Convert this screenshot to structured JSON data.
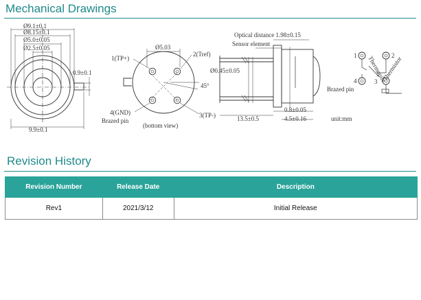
{
  "sections": {
    "drawings_title": "Mechanical Drawings",
    "revision_title": "Revision History"
  },
  "drawing": {
    "front": {
      "d1": "Ø9.1±0.1",
      "d2": "Ø8.15±0.1",
      "d3": "Ø5.0±0.05",
      "d4": "Ø2.5±0.05",
      "tab": "0.9±0.1",
      "width": "9.9±0.1"
    },
    "bottom": {
      "pcd": "Ø5.03",
      "pin1": "1(TP+)",
      "pin2": "2(Tref)",
      "pin3": "3(TP-)",
      "pin4": "4(GND)",
      "brazed": "Brazed pin",
      "angle": "45°",
      "view": "(bottom view)"
    },
    "side": {
      "optical": "Optical distance 1.98±0.15",
      "sensor": "Sensor element",
      "pin_dia": "Ø0.45±0.05",
      "length": "13.5±0.5",
      "height": "4.5±0.16",
      "step": "0.8±0.05",
      "unit": "unit:mm"
    },
    "schematic": {
      "p1": "1",
      "p2": "2",
      "p3": "3",
      "p4": "4",
      "thermopile": "Thermopile",
      "thermistor": "Thermistor",
      "brazed": "Brazed pin"
    }
  },
  "revision_table": {
    "headers": [
      "Revision Number",
      "Release Date",
      "Description"
    ],
    "rows": [
      [
        "Rev1",
        "2021/3/12",
        "Initial Release"
      ]
    ]
  },
  "colors": {
    "title": "#1f8a8a",
    "header_bg": "#2aa39a",
    "header_text": "#ffffff",
    "rule": "#1f8a8a"
  }
}
